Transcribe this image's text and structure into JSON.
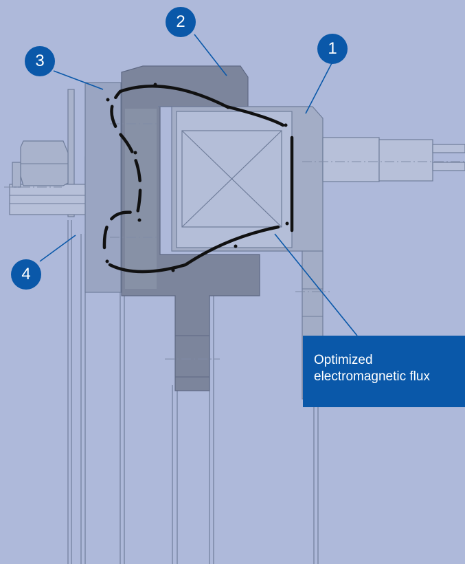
{
  "markers": [
    {
      "id": "1",
      "label": "1"
    },
    {
      "id": "2",
      "label": "2"
    },
    {
      "id": "3",
      "label": "3"
    },
    {
      "id": "4",
      "label": "4"
    }
  ],
  "callout": {
    "line1": "Optimized",
    "line2": "electromagnetic flux"
  },
  "colors": {
    "background": "#aeb9da",
    "marker": "#0a58a9",
    "callout": "#0a58a9",
    "flux_path": "#111111",
    "leader_lines": "#0a58a9"
  }
}
